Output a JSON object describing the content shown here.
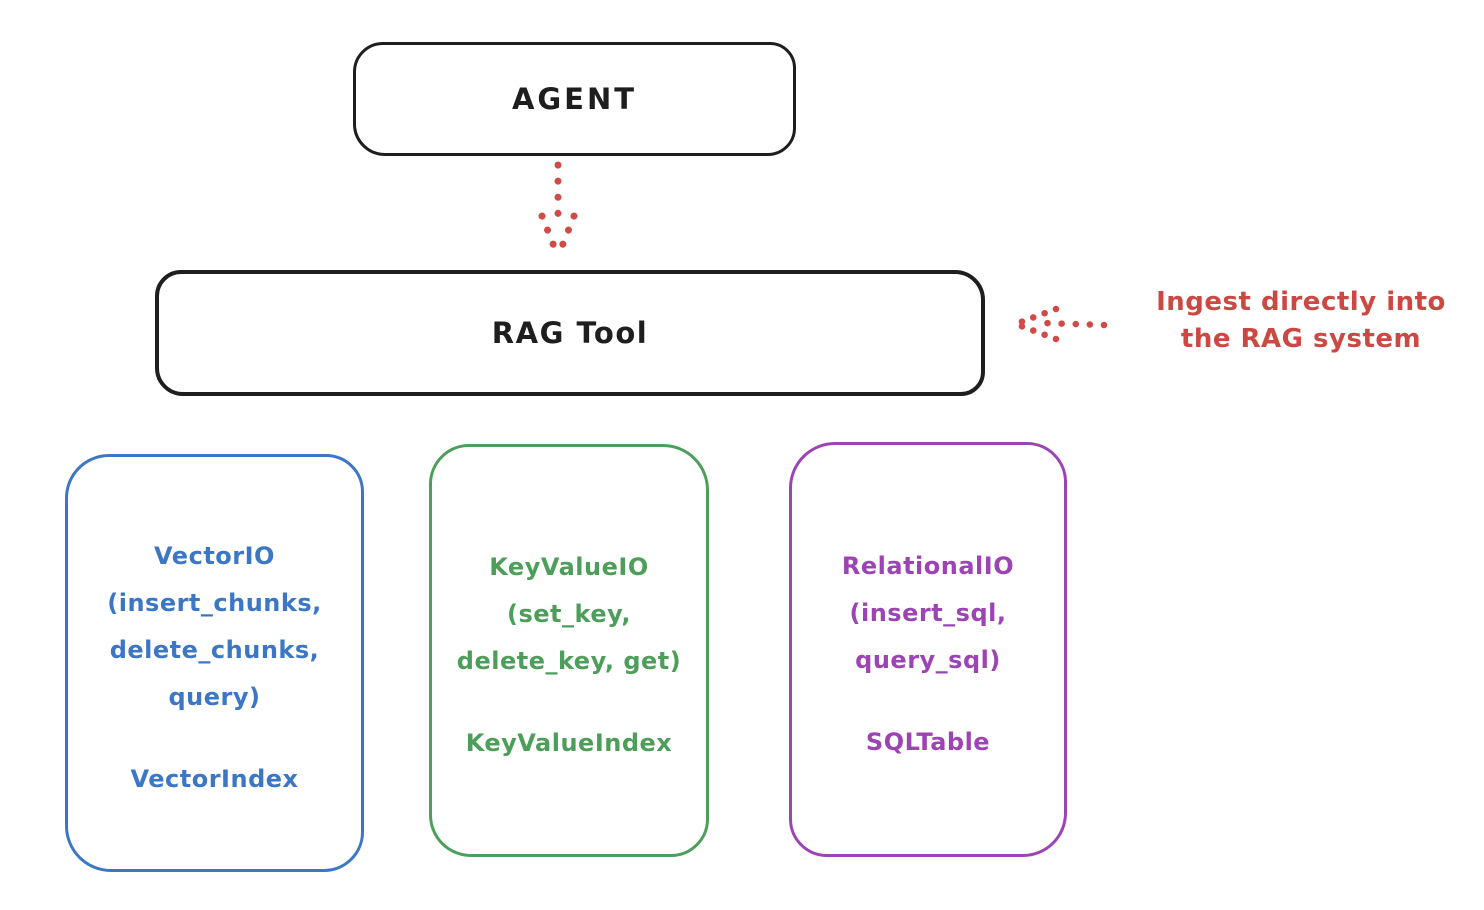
{
  "canvas": {
    "background": "#ffffff",
    "description": "Hand-drawn architecture diagram of an agent RAG tool with three storage backends"
  },
  "colors": {
    "ink": "#1e1e1e",
    "red": "#d14b46",
    "blue": "#3b77c5",
    "green": "#4e9e5b",
    "purple": "#9d44b5"
  },
  "nodes": {
    "agent": {
      "label": "AGENT",
      "color": "#1e1e1e"
    },
    "rag_tool": {
      "label": "RAG Tool",
      "color": "#1e1e1e"
    },
    "vector_io": {
      "body": "VectorIO\n(insert_chunks,\ndelete_chunks,\nquery)",
      "index": "VectorIndex",
      "color": "#3b77c5"
    },
    "key_value_io": {
      "body": "KeyValueIO\n(set_key,\ndelete_key, get)",
      "index": "KeyValueIndex",
      "color": "#4e9e5b"
    },
    "relational_io": {
      "body": "RelationalIO\n(insert_sql,\nquery_sql)",
      "index": "SQLTable",
      "color": "#9d44b5"
    }
  },
  "annotation": {
    "text": "Ingest directly into\nthe RAG system",
    "color": "#cc4843"
  },
  "arrows": [
    {
      "name": "agent-to-rag-tool",
      "style": "dotted",
      "direction": "down",
      "color": "#d14b46"
    },
    {
      "name": "ingest-into-rag-tool",
      "style": "dotted",
      "direction": "left",
      "color": "#d14b46"
    }
  ]
}
